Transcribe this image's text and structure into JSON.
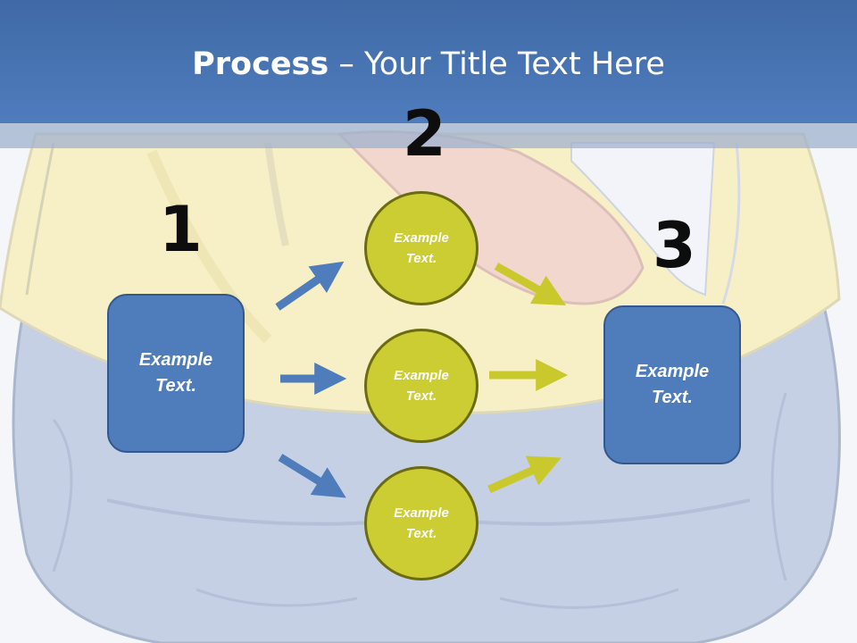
{
  "slide": {
    "title_bold": "Process",
    "title_rest": " – Your Title Text Here"
  },
  "steps": {
    "step1_number": "1",
    "step2_number": "2",
    "step3_number": "3"
  },
  "boxes": {
    "left_line1": "Example",
    "left_line2": "Text.",
    "right_line1": "Example",
    "right_line2": "Text."
  },
  "circles": [
    {
      "line1": "Example",
      "line2": "Text."
    },
    {
      "line1": "Example",
      "line2": "Text."
    },
    {
      "line1": "Example",
      "line2": "Text."
    }
  ],
  "colors": {
    "banner": "#4f7cbd",
    "box_fill": "#4f7cba",
    "circle_fill": "#cccc33",
    "blue_arrow": "#4f7cba",
    "yellow_arrow": "#c9c92e"
  }
}
